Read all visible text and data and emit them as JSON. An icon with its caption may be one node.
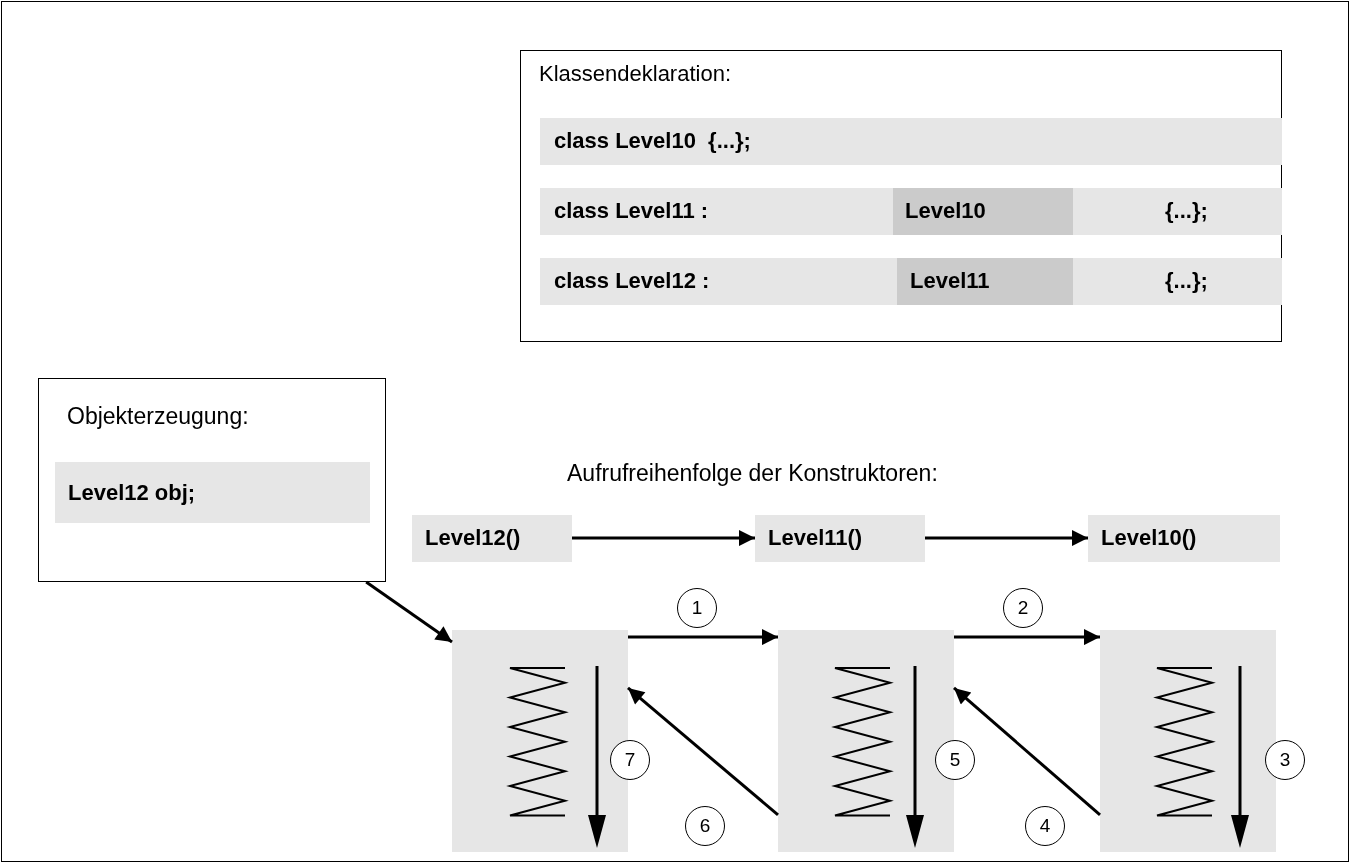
{
  "diagram": {
    "nodes": [
      {
        "text": [
          "Klassendeklaration:"
        ]
      },
      {
        "text": [
          "class Level10  {...};"
        ],
        "in": 0
      },
      {
        "text": [
          "class Level11 :",
          "{...};"
        ],
        "in": 0
      },
      {
        "text": [
          "Level10"
        ],
        "in": 2
      },
      {
        "text": [
          "class Level12 :",
          "{...};"
        ],
        "in": 0
      },
      {
        "text": [
          "Level11"
        ],
        "in": 4
      },
      {
        "text": [
          "Objekterzeugung:"
        ]
      },
      {
        "text": [
          "Level12 obj;"
        ],
        "in": 6
      },
      {
        "text": [
          "Level12()"
        ]
      },
      {
        "text": [
          "Level11()"
        ]
      },
      {
        "text": [
          "Level10()"
        ]
      },
      {
        "text": [
          "1"
        ]
      },
      {
        "text": [
          "2"
        ]
      },
      {
        "text": [],
        "shape": "box"
      },
      {
        "text": [],
        "shape": "box"
      },
      {
        "text": [],
        "shape": "box"
      },
      {
        "text": [
          "7"
        ]
      },
      {
        "text": [
          "5"
        ]
      },
      {
        "text": [
          "3"
        ]
      },
      {
        "text": [
          "6"
        ]
      },
      {
        "text": [
          "4"
        ]
      }
    ],
    "edges": [
      {
        "from": 6,
        "to": 13,
        "arrow": "to"
      },
      {
        "from": 8,
        "to": 9,
        "arrow": "to"
      },
      {
        "from": 9,
        "to": 10,
        "arrow": "to"
      },
      {
        "from": 13,
        "to": 14,
        "arrow": "to"
      },
      {
        "from": 14,
        "to": 15,
        "arrow": "to"
      },
      {
        "from": 15,
        "to": 14,
        "arrow": "to"
      },
      {
        "from": 14,
        "to": 13,
        "arrow": "to"
      }
    ],
    "labels": [
      "Aufrufreihenfolge der Konstruktoren:"
    ]
  }
}
